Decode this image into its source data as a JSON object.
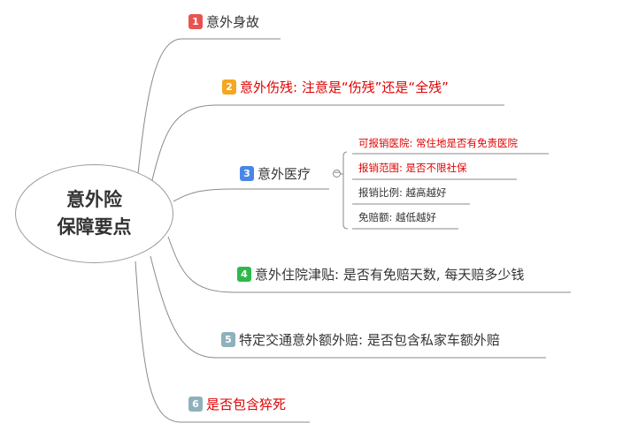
{
  "root": {
    "line1": "意外险",
    "line2": "保障要点"
  },
  "branches": [
    {
      "num": "1",
      "label": "意外身故",
      "badge_color": "#e8534f"
    },
    {
      "num": "2",
      "label": "意外伤残: 注意是“伤残”还是“全残”",
      "badge_color": "#f5a623"
    },
    {
      "num": "3",
      "label": "意外医疗",
      "badge_color": "#4a86e8"
    },
    {
      "num": "4",
      "label": "意外住院津贴: 是否有免赔天数, 每天赔多少钱",
      "badge_color": "#2eb84a"
    },
    {
      "num": "5",
      "label": "特定交通意外额外赔: 是否包含私家车额外赔",
      "badge_color": "#8fb0bd"
    },
    {
      "num": "6",
      "label": "是否包含猝死",
      "badge_color": "#8fb0bd"
    }
  ],
  "medical_items": [
    "可报销医院: 常住地是否有免责医院",
    "报销范围: 是否不限社保",
    "报销比例: 越高越好",
    "免赔额: 越低越好"
  ],
  "colors": {
    "highlight_text": "#e00000",
    "normal_text": "#333333",
    "connector": "#8a8a8a"
  },
  "icons": {
    "collapse": "collapse-minus-icon"
  }
}
